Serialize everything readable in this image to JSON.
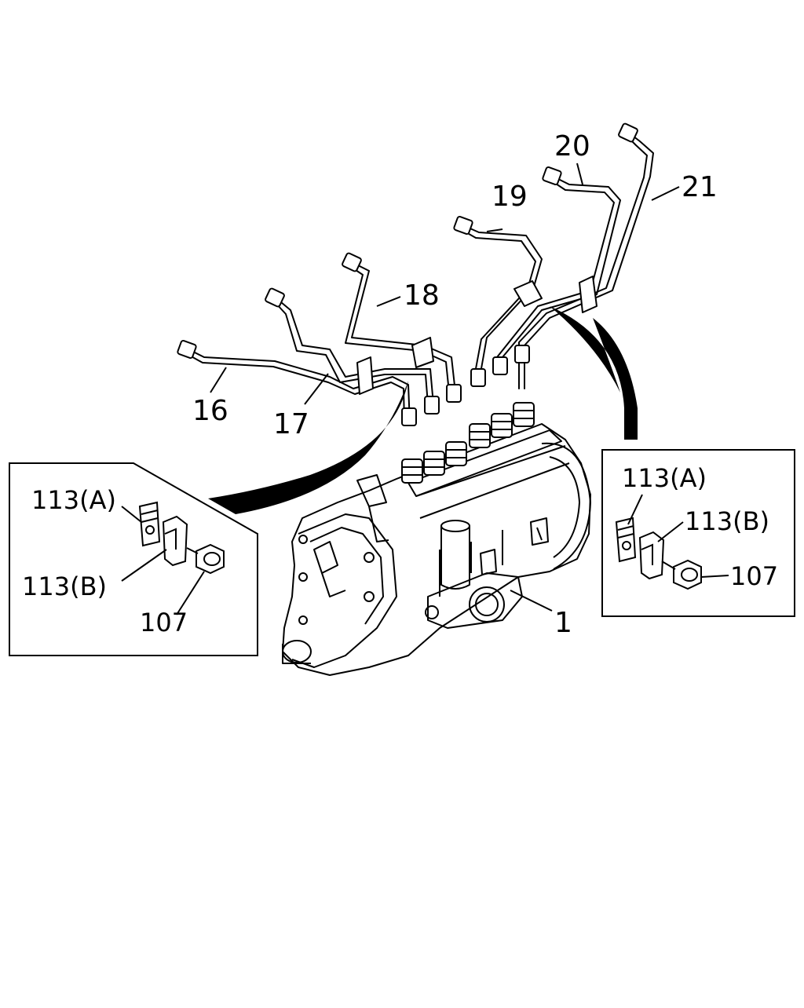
{
  "callouts": {
    "c1": "1",
    "c16": "16",
    "c17": "17",
    "c18": "18",
    "c19": "19",
    "c20": "20",
    "c21": "21"
  },
  "inset_left": {
    "clamp_a": "113(A)",
    "clamp_b": "113(B)",
    "nut": "107"
  },
  "inset_right": {
    "clamp_a": "113(A)",
    "clamp_b": "113(B)",
    "nut": "107"
  },
  "colors": {
    "line": "#000000",
    "background": "#ffffff"
  }
}
